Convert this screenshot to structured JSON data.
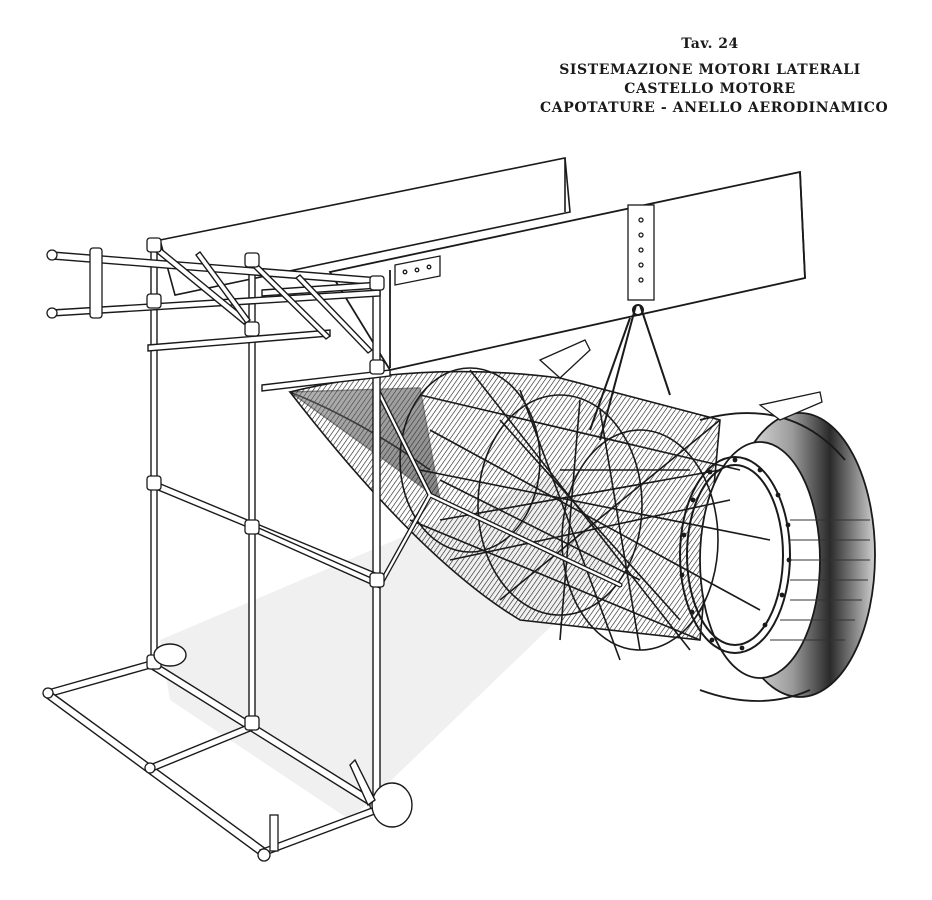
{
  "plate": {
    "number": "Tav. 24",
    "title_lines": [
      "SISTEMAZIONE MOTORI LATERALI",
      "CASTELLO MOTORE",
      "CAPOTATURE - ANELLO AERODINAMICO"
    ]
  },
  "illustration": {
    "colors": {
      "ink": "#1a1a1a",
      "paper": "#ffffff",
      "shade": "#cfcfcf"
    }
  }
}
